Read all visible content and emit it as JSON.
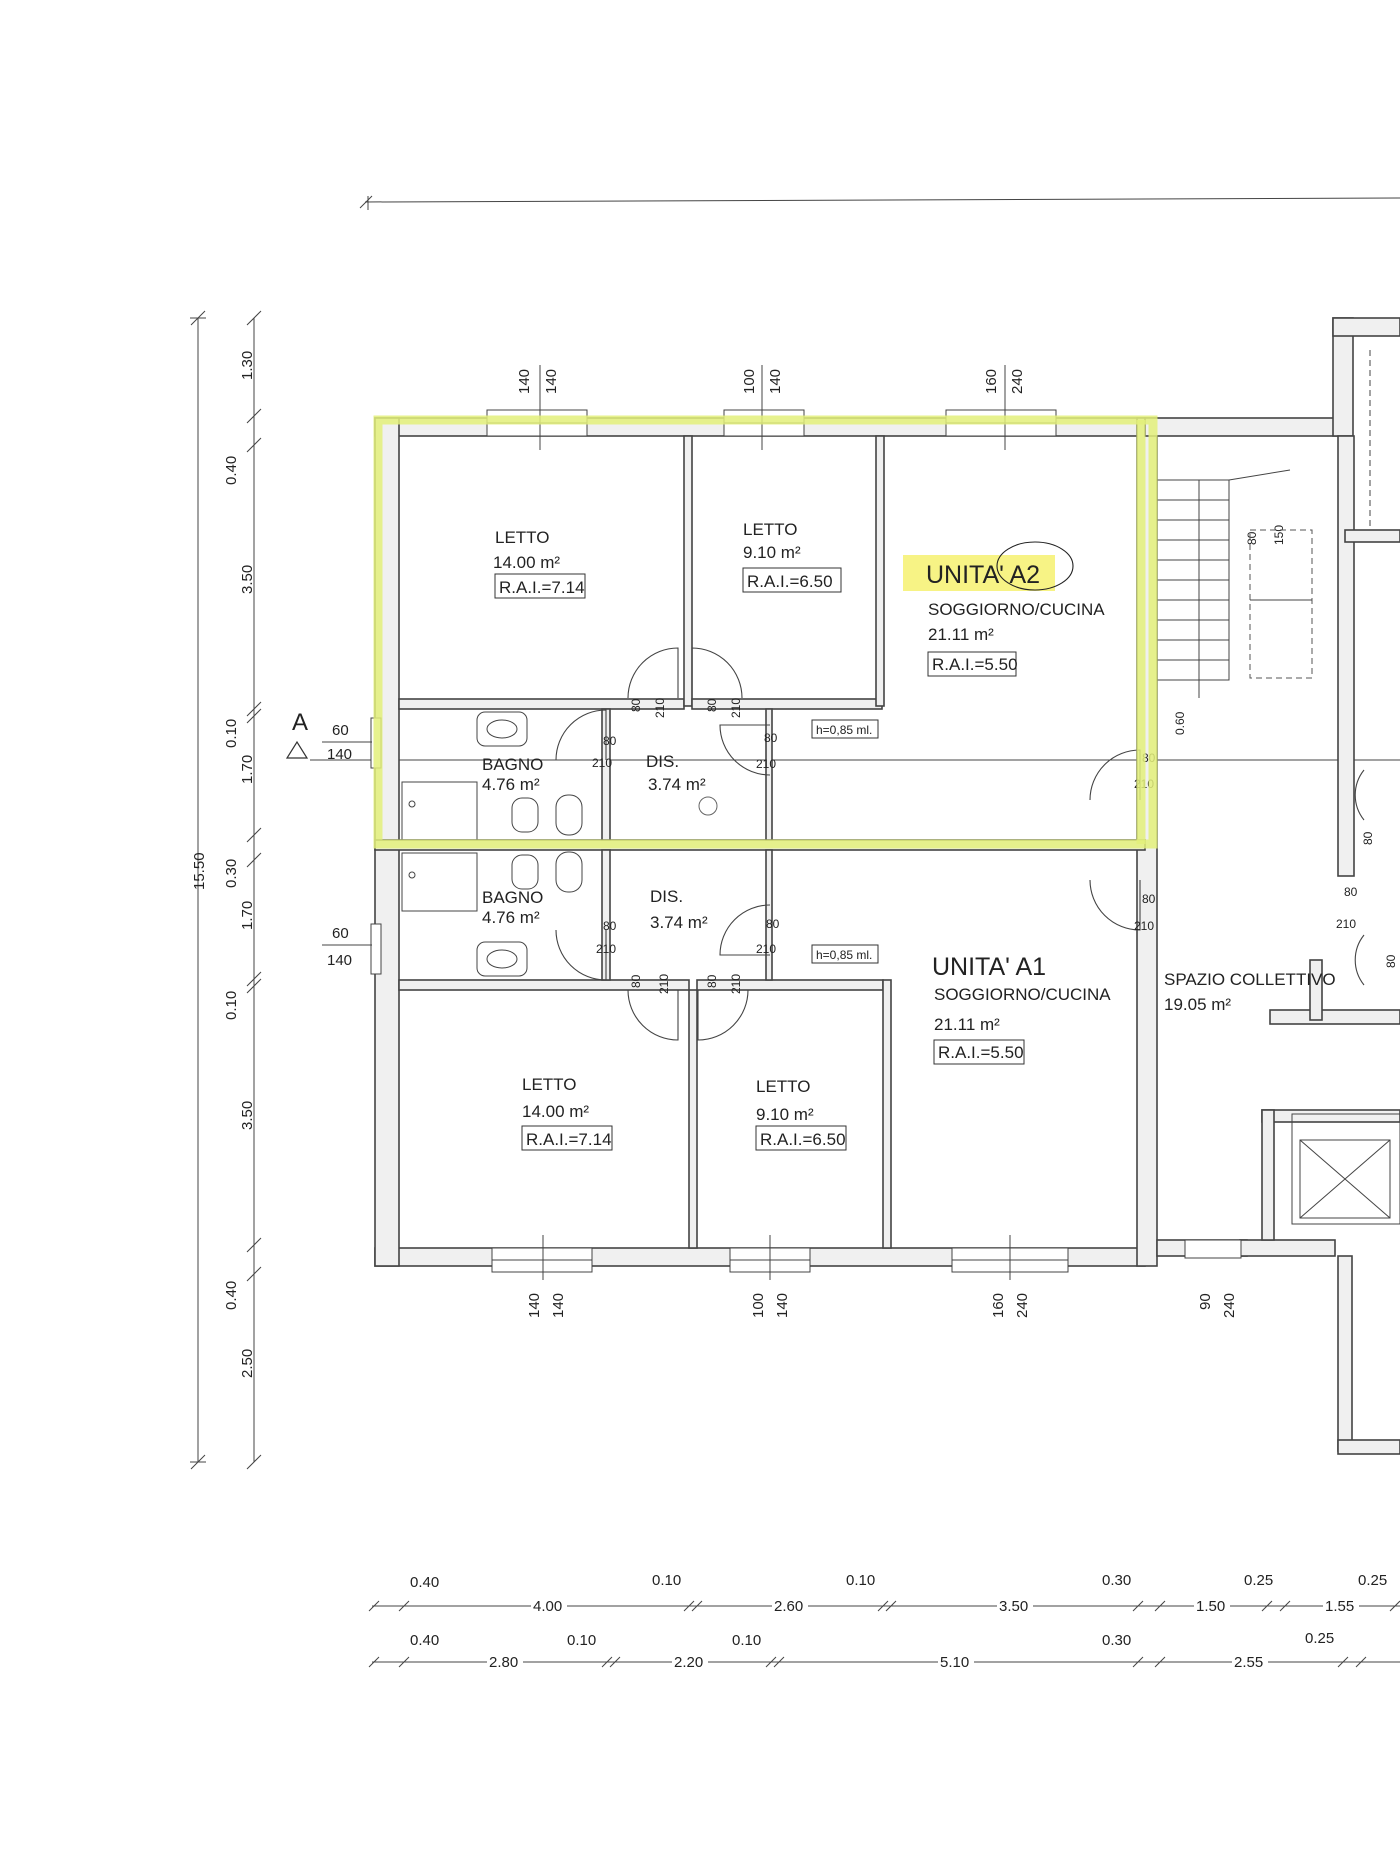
{
  "plan": {
    "section_mark": "A",
    "units": [
      {
        "id": "A2",
        "label": "UNITA' A2",
        "highlight": "#f4ef5c",
        "living": {
          "name": "SOGGIORNO/CUCINA",
          "area": "21.11 m²",
          "rai": "R.A.I.=5.50"
        },
        "bed1": {
          "name": "LETTO",
          "area": "14.00 m²",
          "rai": "R.A.I.=7.14"
        },
        "bed2": {
          "name": "LETTO",
          "area": "9.10 m²",
          "rai": "R.A.I.=6.50"
        },
        "bath": {
          "name": "BAGNO",
          "area": "4.76 m²"
        },
        "hall": {
          "name": "DIS.",
          "area": "3.74 m²"
        },
        "note": "h=0,85 ml."
      },
      {
        "id": "A1",
        "label": "UNITA' A1",
        "living": {
          "name": "SOGGIORNO/CUCINA",
          "area": "21.11 m²",
          "rai": "R.A.I.=5.50"
        },
        "bed1": {
          "name": "LETTO",
          "area": "14.00 m²",
          "rai": "R.A.I.=7.14"
        },
        "bed2": {
          "name": "LETTO",
          "area": "9.10 m²",
          "rai": "R.A.I.=6.50"
        },
        "bath": {
          "name": "BAGNO",
          "area": "4.76 m²"
        },
        "hall": {
          "name": "DIS.",
          "area": "3.74 m²"
        },
        "note": "h=0,85 ml."
      }
    ],
    "common": {
      "name": "SPAZIO COLLETTIVO",
      "area": "19.05 m²"
    },
    "left_total": "15.50",
    "left_dims": [
      "1.30",
      "0.40",
      "3.50",
      "0.10",
      "1.70",
      "0.30",
      "1.70",
      "0.10",
      "3.50",
      "0.40",
      "2.50"
    ],
    "window_labels": {
      "top": [
        [
          "140",
          "140"
        ],
        [
          "100",
          "140"
        ],
        [
          "160",
          "240"
        ]
      ],
      "bottom": [
        [
          "140",
          "140"
        ],
        [
          "100",
          "140"
        ],
        [
          "160",
          "240"
        ],
        [
          "90",
          "240"
        ]
      ],
      "side": [
        "60",
        "140"
      ]
    },
    "door_labels": {
      "w80": "80",
      "w60": "60",
      "h210": "210",
      "h150": "150",
      "d060": "0.60"
    },
    "bottom_dims_row1": {
      "minor": [
        "0.40",
        "0.10",
        "0.10",
        "0.30",
        "0.25",
        "0.25"
      ],
      "major": [
        "4.00",
        "2.60",
        "3.50",
        "1.50",
        "1.55"
      ]
    },
    "bottom_dims_row2": {
      "minor": [
        "0.40",
        "0.10",
        "0.10",
        "0.30",
        "0.25"
      ],
      "major": [
        "2.80",
        "2.20",
        "5.10",
        "2.55"
      ]
    }
  }
}
